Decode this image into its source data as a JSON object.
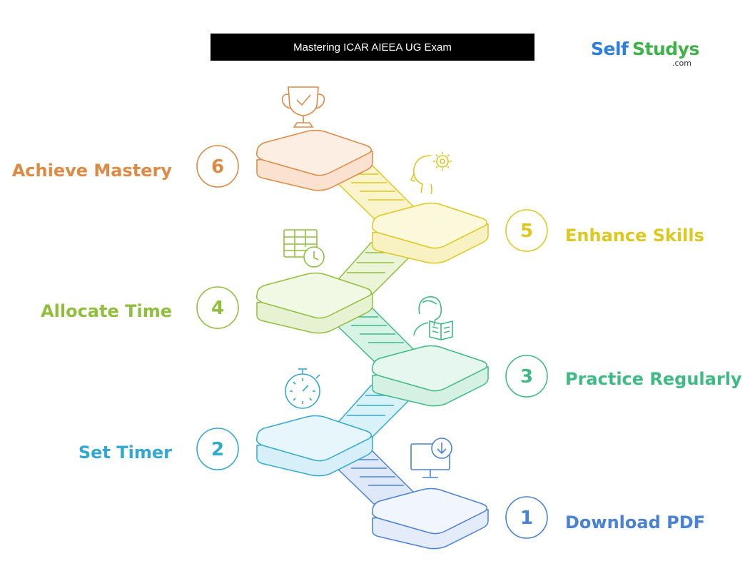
{
  "header": {
    "title": "Mastering ICAR AIEEA UG Exam"
  },
  "brand": {
    "name_part1": "Self",
    "name_part2": "Studys",
    "domain": ".com"
  },
  "steps": [
    {
      "number": "1",
      "label": "Download PDF",
      "icon": "download-monitor-icon",
      "color": "#4a82d4"
    },
    {
      "number": "2",
      "label": "Set Timer",
      "icon": "stopwatch-icon",
      "color": "#34a9d0"
    },
    {
      "number": "3",
      "label": "Practice Regularly",
      "icon": "reading-person-icon",
      "color": "#3fba83"
    },
    {
      "number": "4",
      "label": "Allocate Time",
      "icon": "calendar-clock-icon",
      "color": "#90bf3d"
    },
    {
      "number": "5",
      "label": "Enhance Skills",
      "icon": "head-gear-icon",
      "color": "#ddc81f"
    },
    {
      "number": "6",
      "label": "Achieve Mastery",
      "icon": "trophy-icon",
      "color": "#dd8a44"
    }
  ]
}
